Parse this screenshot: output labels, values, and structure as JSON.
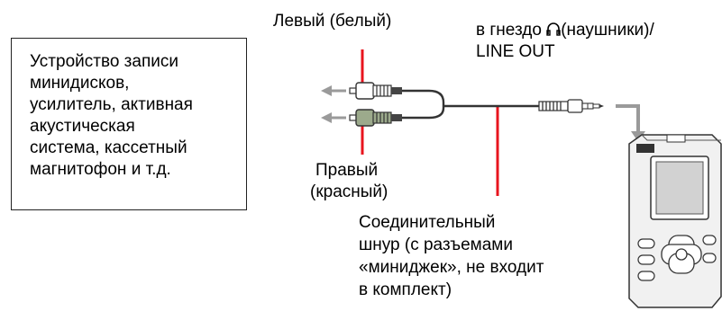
{
  "device_box": {
    "lines": [
      "Устройство записи",
      "минидисков,",
      "усилитель, активная",
      "акустическая",
      "система, кассетный",
      "магнитофон и т.д."
    ]
  },
  "labels": {
    "left_white": "Левый (белый)",
    "right_red_line1": "Правый",
    "right_red_line2": "(красный)",
    "jack_line1_prefix": "в гнездо",
    "jack_line1_suffix": "(наушники)/",
    "jack_line2": "LINE OUT",
    "cable_line1": "Соединительный",
    "cable_line2": "шнур (с разъемами",
    "cable_line3": "«миниджек», не входит",
    "cable_line4": "в комплект)"
  },
  "icons": {
    "headphones": "headphones-icon"
  },
  "colors": {
    "leader_red": "#e8141e",
    "arrow_grey": "#9a9a9a",
    "cable": "#333333"
  }
}
